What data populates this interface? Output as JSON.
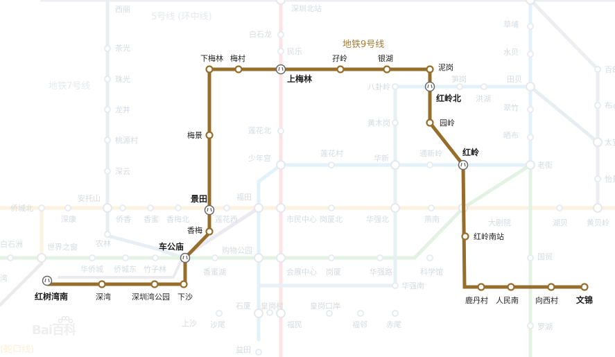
{
  "map": {
    "highlighted_line": {
      "name": "地铁9号线",
      "color": "#976d2c",
      "stations": [
        {
          "name": "红树湾南",
          "transfer": true,
          "bold": true
        },
        {
          "name": "深湾",
          "transfer": false
        },
        {
          "name": "深圳湾公园",
          "transfer": false
        },
        {
          "name": "下沙",
          "transfer": false
        },
        {
          "name": "车公庙",
          "transfer": true,
          "bold": true
        },
        {
          "name": "香梅",
          "transfer": false
        },
        {
          "name": "景田",
          "transfer": true,
          "bold": true
        },
        {
          "name": "梅景",
          "transfer": false
        },
        {
          "name": "下梅林",
          "transfer": false
        },
        {
          "name": "梅村",
          "transfer": false
        },
        {
          "name": "上梅林",
          "transfer": true,
          "bold": true
        },
        {
          "name": "孖岭",
          "transfer": false
        },
        {
          "name": "银湖",
          "transfer": false
        },
        {
          "name": "泥岗",
          "transfer": false
        },
        {
          "name": "红岭北",
          "transfer": true,
          "bold": true
        },
        {
          "name": "园岭",
          "transfer": false
        },
        {
          "name": "红岭",
          "transfer": true,
          "bold": true
        },
        {
          "name": "红岭南站",
          "transfer": false
        },
        {
          "name": "鹿丹村",
          "transfer": false
        },
        {
          "name": "人民南",
          "transfer": false
        },
        {
          "name": "向西村",
          "transfer": false
        },
        {
          "name": "文锦",
          "transfer": true,
          "bold": true
        }
      ]
    },
    "background_line_titles": {
      "line5": "5号线 (环中线)",
      "line7": "地铁7号线",
      "bottom_left": "(蛇口线)"
    },
    "background_stations": {
      "xili": "西丽",
      "chaguang": "茶光",
      "zhuguang": "珠光",
      "longjing": "龙井",
      "taoyuancun": "桃源村",
      "shenyun": "深云",
      "antuoshan": "安托山",
      "qiaochengbei": "侨城北",
      "shenkang": "深康",
      "qiaoxiang": "侨香",
      "xiangmi": "香蜜",
      "xiangmeibei": "香梅北",
      "lianhuaxi": "莲花西",
      "futian": "福田",
      "shiminzhongxin": "市民中心",
      "gangxiabei": "岗厦北",
      "huaqiangbei": "华强北",
      "yannan": "燕南",
      "dajuyuan": "大剧院",
      "hubei": "湖贝",
      "huangbeiling": "黄贝岭",
      "shenzhenbeizhan": "深圳北站",
      "baishilong": "白石龙",
      "minle": "民乐",
      "lianhuabei": "莲花北",
      "shaoniangong": "少年宫",
      "lianhuacun": "莲花村",
      "huaxin": "华新",
      "tongxinling": "通新岭",
      "huangmugang": "黄木岗",
      "baguaaling": "八卦岭",
      "sungang": "笋岗",
      "honghu": "洪湖",
      "tianbei": "田贝",
      "shuibei": "水贝",
      "caopu": "草埔",
      "cuizhu": "翠竹",
      "shaibu": "晒布",
      "laojie": "老街",
      "baige": "百鸽笼",
      "buxin": "布心",
      "taian": "太安",
      "yijing": "怡景",
      "baishizhou": "白石洲",
      "shijiezhichuang": "世界之窗",
      "nonglin": "农林",
      "huaqiaocheng": "华侨城",
      "qiaochengdong": "侨城东",
      "zhuzilin": "竹子林",
      "gouwugongyuan": "购物公园",
      "xiangmihu": "香蜜湖",
      "huizhanzhongxin": "会展中心",
      "gangxia": "岗厦",
      "huaqianglu": "华强路",
      "kexueguan": "科学馆",
      "huaqiangnan": "华强南",
      "guomao": "国贸",
      "luohu": "罗湖",
      "shixia": "石厦",
      "huanggangcun": "皇岗村",
      "huanggangkouan": "皇岗口岸",
      "fumin": "福民",
      "fulin": "福邻",
      "chiwei": "赤尾",
      "shangsha": "上沙",
      "shawei": "沙尾",
      "yitian": "益田",
      "wan": "湾"
    },
    "watermark": "Bai百科"
  }
}
